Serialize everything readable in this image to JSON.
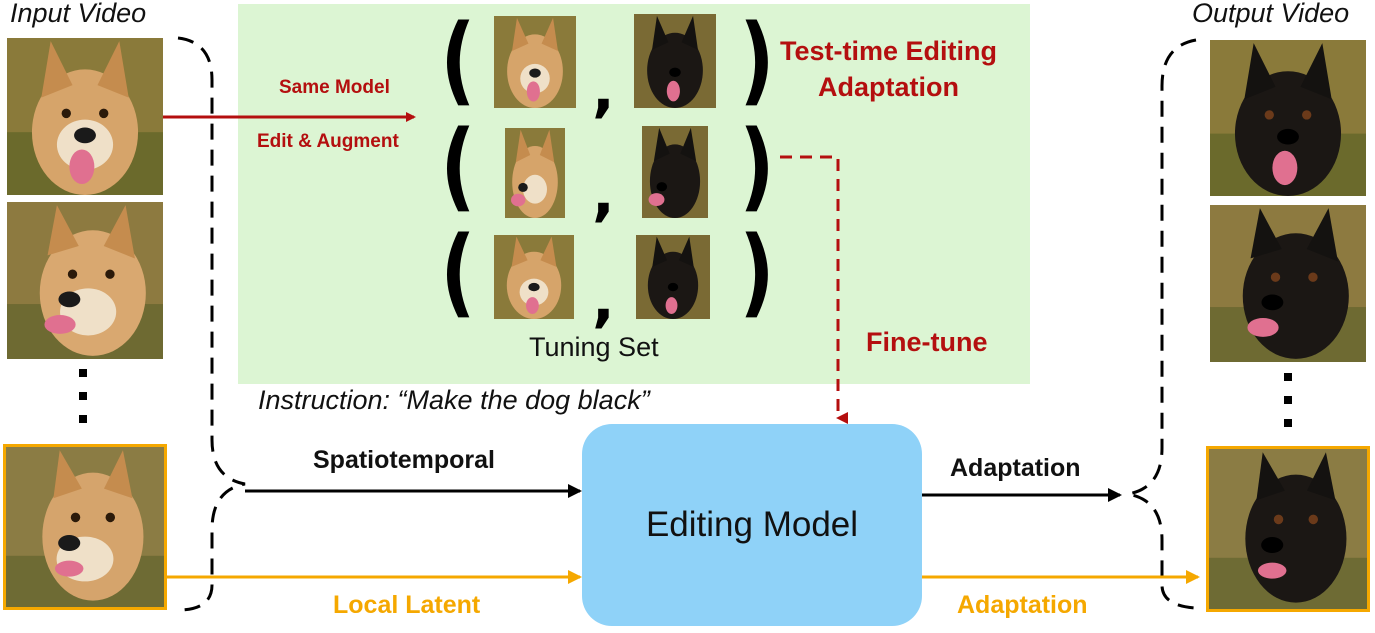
{
  "titles": {
    "input": "Input Video",
    "output": "Output Video"
  },
  "tuning": {
    "set_label": "Tuning Set",
    "test_time_line1": "Test-time Editing",
    "test_time_line2": "Adaptation",
    "same_model": "Same Model",
    "edit_augment": "Edit & Augment",
    "fine_tune": "Fine-tune",
    "open_paren": "(",
    "close_paren": ")",
    "comma": ","
  },
  "instruction": "Instruction: “Make the dog black”",
  "model": {
    "label": "Editing Model"
  },
  "arrows": {
    "spatiotemporal": "Spatiotemporal",
    "adaptation_top": "Adaptation",
    "local_latent": "Local Latent",
    "adaptation_bottom": "Adaptation"
  },
  "colors": {
    "red": "#b40f0f",
    "orange": "#f5a800",
    "tuning_bg": "#dcf5d3",
    "model_bg": "#8fd2f8"
  }
}
